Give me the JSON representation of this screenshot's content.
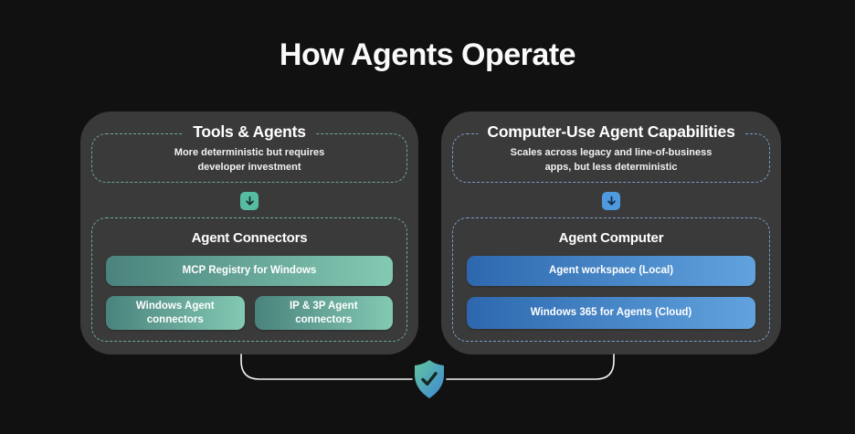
{
  "page": {
    "title": "How Agents Operate"
  },
  "colors": {
    "background": "#111112",
    "panel_background": "#3a3a3a",
    "teal_dashed_border": "#6fa99b",
    "blue_dashed_border": "#7b9cc7",
    "teal_arrow_chip": "#56bda3",
    "blue_arrow_chip": "#4f9ade",
    "teal_pill_gradient": [
      "#4a837d",
      "#83c9b3"
    ],
    "blue_pill_gradient": [
      "#2d68ae",
      "#61a3de"
    ],
    "shield_gradient": [
      "#62c79e",
      "#3f86d6"
    ],
    "connector_line": "#f5f5f5"
  },
  "left_panel": {
    "header": {
      "title": "Tools & Agents",
      "subtitle_lines": [
        "More deterministic but requires",
        "developer investment"
      ]
    },
    "group": {
      "title": "Agent Connectors",
      "primary_button": "MCP Registry for Windows",
      "row_buttons": [
        {
          "lines": [
            "Windows Agent",
            "connectors"
          ]
        },
        {
          "lines": [
            "IP & 3P Agent",
            "connectors"
          ]
        }
      ]
    }
  },
  "right_panel": {
    "header": {
      "title": "Computer-Use Agent Capabilities",
      "subtitle_lines": [
        "Scales across legacy and line-of-business",
        "apps, but less deterministic"
      ]
    },
    "group": {
      "title": "Agent Computer",
      "buttons": [
        "Agent workspace (Local)",
        "Windows 365 for Agents (Cloud)"
      ]
    }
  },
  "icons": {
    "arrow_down": "arrow-down-icon",
    "shield_check": "shield-check-icon"
  }
}
